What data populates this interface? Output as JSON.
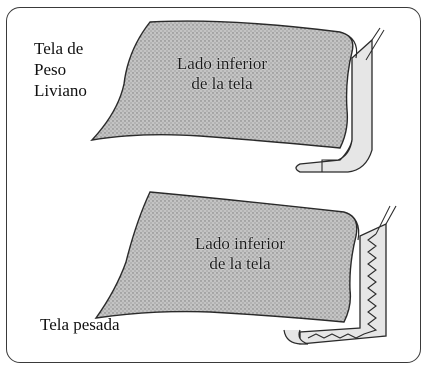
{
  "labels": {
    "light_fabric": "Tela de\nPeso\nLiviano",
    "heavy_fabric": "Tela pesada",
    "underside_top": "Lado inferior\nde la tela",
    "underside_bottom": "Lado inferior\nde la tela"
  },
  "colors": {
    "fabric_fill": "#b8b8b8",
    "fabric_edge": "#2a2a2a",
    "fold_fill": "#e6e6e6",
    "frame": "#3a3a3a"
  }
}
